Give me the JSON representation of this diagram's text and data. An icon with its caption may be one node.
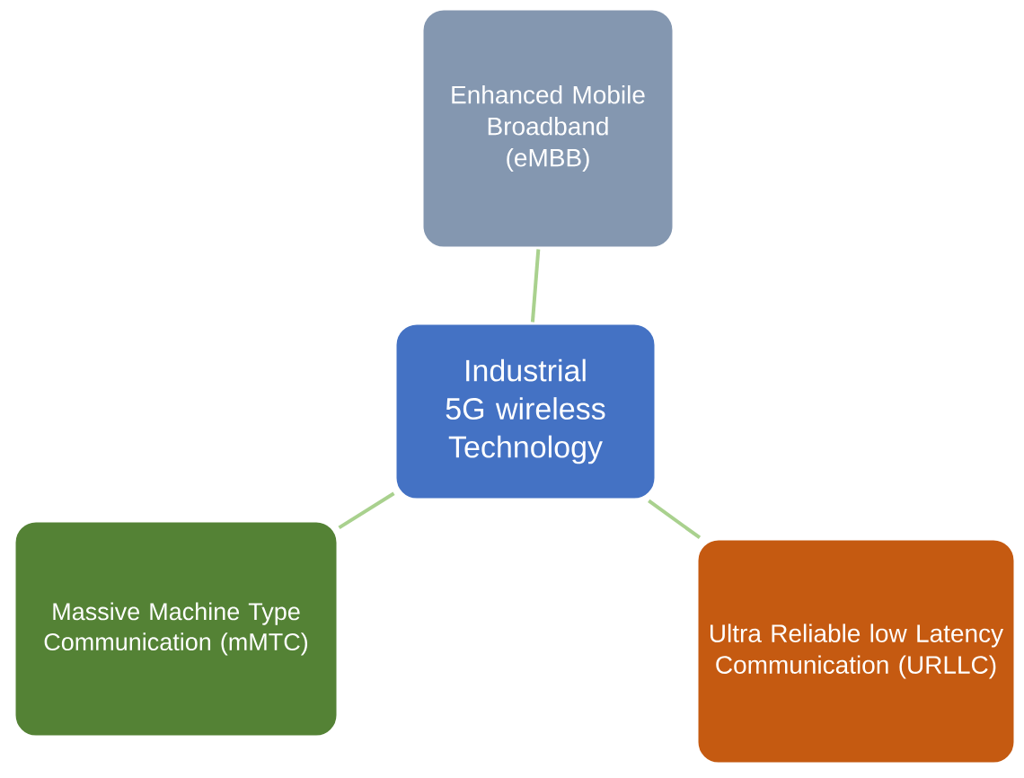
{
  "diagram": {
    "nodes": [
      {
        "text": [
          "Enhanced Mobile Broadband (eMBB)"
        ]
      },
      {
        "text": [
          "Industrial 5G wireless Technology"
        ]
      },
      {
        "text": [
          "Massive Machine Type Communication (mMTC)"
        ]
      },
      {
        "text": [
          "Ultra Reliable low Latency Communication (URLLC)"
        ]
      }
    ],
    "edges": [
      {
        "from": 0,
        "to": 1,
        "arrow": "none"
      },
      {
        "from": 1,
        "to": 2,
        "arrow": "none"
      },
      {
        "from": 1,
        "to": 3,
        "arrow": "none"
      }
    ]
  }
}
